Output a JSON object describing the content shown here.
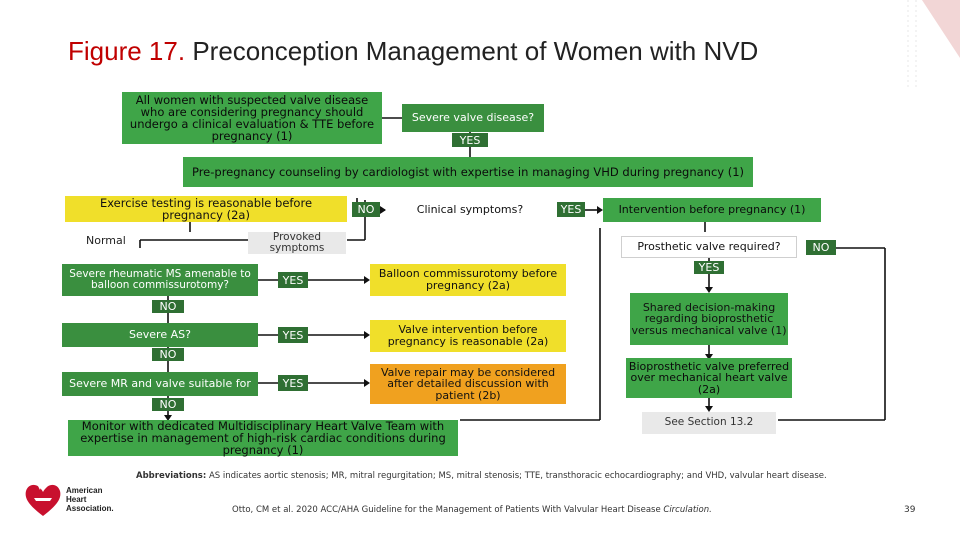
{
  "title": {
    "figure_label": "Figure 17.",
    "text": "Preconception Management of Women with NVD"
  },
  "boxes": {
    "start": "All women with suspected valve disease who are considering pregnancy should undergo a clinical evaluation & TTE before pregnancy (1)",
    "severe_valve": "Severe valve disease?",
    "counseling": "Pre-pregnancy counseling by cardiologist with expertise in managing VHD during pregnancy (1)",
    "exercise": "Exercise testing is reasonable before pregnancy (2a)",
    "normal": "Normal",
    "provoked": "Provoked symptoms",
    "clinical": "Clinical symptoms?",
    "intervention": "Intervention before pregnancy (1)",
    "prosthetic": "Prosthetic valve required?",
    "rheumatic_ms": "Severe rheumatic MS amenable to balloon commissurotomy?",
    "balloon": "Balloon commissurotomy before pregnancy (2a)",
    "severe_as": "Severe AS?",
    "valve_int": "Valve intervention before pregnancy is reasonable (2a)",
    "severe_mr": "Severe MR and valve suitable for",
    "valve_repair": "Valve repair may be considered after detailed discussion with patient (2b)",
    "shared": "Shared decision-making regarding bioprosthetic versus mechanical valve (1)",
    "bioprosthetic": "Bioprosthetic valve preferred over mechanical heart valve (2a)",
    "see_section": "See Section 13.2",
    "monitor": "Monitor with dedicated Multidisciplinary Heart Valve Team with expertise in management of high-risk cardiac conditions during pregnancy (1)"
  },
  "tags": {
    "yes_severe": "YES",
    "no_clinical": "NO",
    "yes_clinical": "YES",
    "no_prosthetic": "NO",
    "yes_prosthetic": "YES",
    "yes_ms": "YES",
    "no_ms": "NO",
    "yes_as": "YES",
    "no_as": "NO",
    "yes_mr": "YES",
    "no_mr": "NO"
  },
  "abbreviations": {
    "label": "Abbreviations:",
    "text": "AS indicates aortic stenosis; MR, mitral regurgitation; MS, mitral stenosis; TTE, transthoracic echocardiography; and VHD, valvular heart disease."
  },
  "citation": {
    "text": "Otto, CM et al. 2020 ACC/AHA Guideline for the Management of Patients With Valvular Heart Disease",
    "journal": "Circulation."
  },
  "page_number": "39",
  "logo": {
    "line1": "American",
    "line2": "Heart",
    "line3": "Association."
  },
  "colors": {
    "green": "#3fa548",
    "yellow": "#f0df2a",
    "orange": "#f0a11f",
    "red": "#c00000"
  }
}
